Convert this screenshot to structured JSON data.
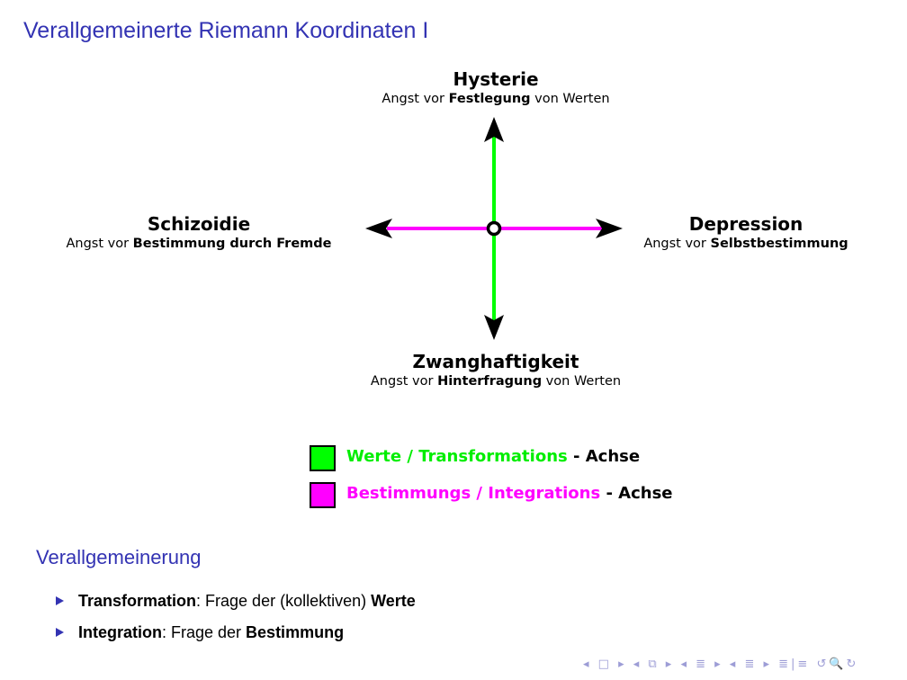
{
  "title": "Verallgemeinerte Riemann Koordinaten I",
  "diagram": {
    "top": {
      "heading": "Hysterie",
      "pre": "Angst vor ",
      "bold": "Festlegung",
      "post": " von Werten"
    },
    "left": {
      "heading": "Schizoidie",
      "pre": "Angst vor ",
      "bold": "Bestimmung durch Fremde",
      "post": ""
    },
    "right": {
      "heading": "Depression",
      "pre": "Angst vor ",
      "bold": "Selbstbestimmung",
      "post": ""
    },
    "bottom": {
      "heading": "Zwanghaftigkeit",
      "pre": "Angst vor ",
      "bold": "Hinterfragung",
      "post": " von Werten"
    },
    "colors": {
      "vertical_axis": "#00ff00",
      "horizontal_axis": "#ff00ff"
    }
  },
  "legend": [
    {
      "label": "Werte / Transformations",
      "suffix": " - Achse",
      "color": "#00ff00"
    },
    {
      "label": "Bestimmungs / Integrations",
      "suffix": " - Achse",
      "color": "#ff00ff"
    }
  ],
  "section": {
    "heading": "Verallgemeinerung",
    "bullets": [
      {
        "bold": "Transformation",
        "text": ": Frage der (kollektiven) ",
        "bold2": "Werte"
      },
      {
        "bold": "Integration",
        "text": ": Frage der ",
        "bold2": "Bestimmung"
      }
    ]
  },
  "nav": {
    "symbols": "◂ □ ▸  ◂ ⧉ ▸  ◂ ≣ ▸  ◂ ≣ ▸   ≣|≡  ↺🔍↻"
  }
}
